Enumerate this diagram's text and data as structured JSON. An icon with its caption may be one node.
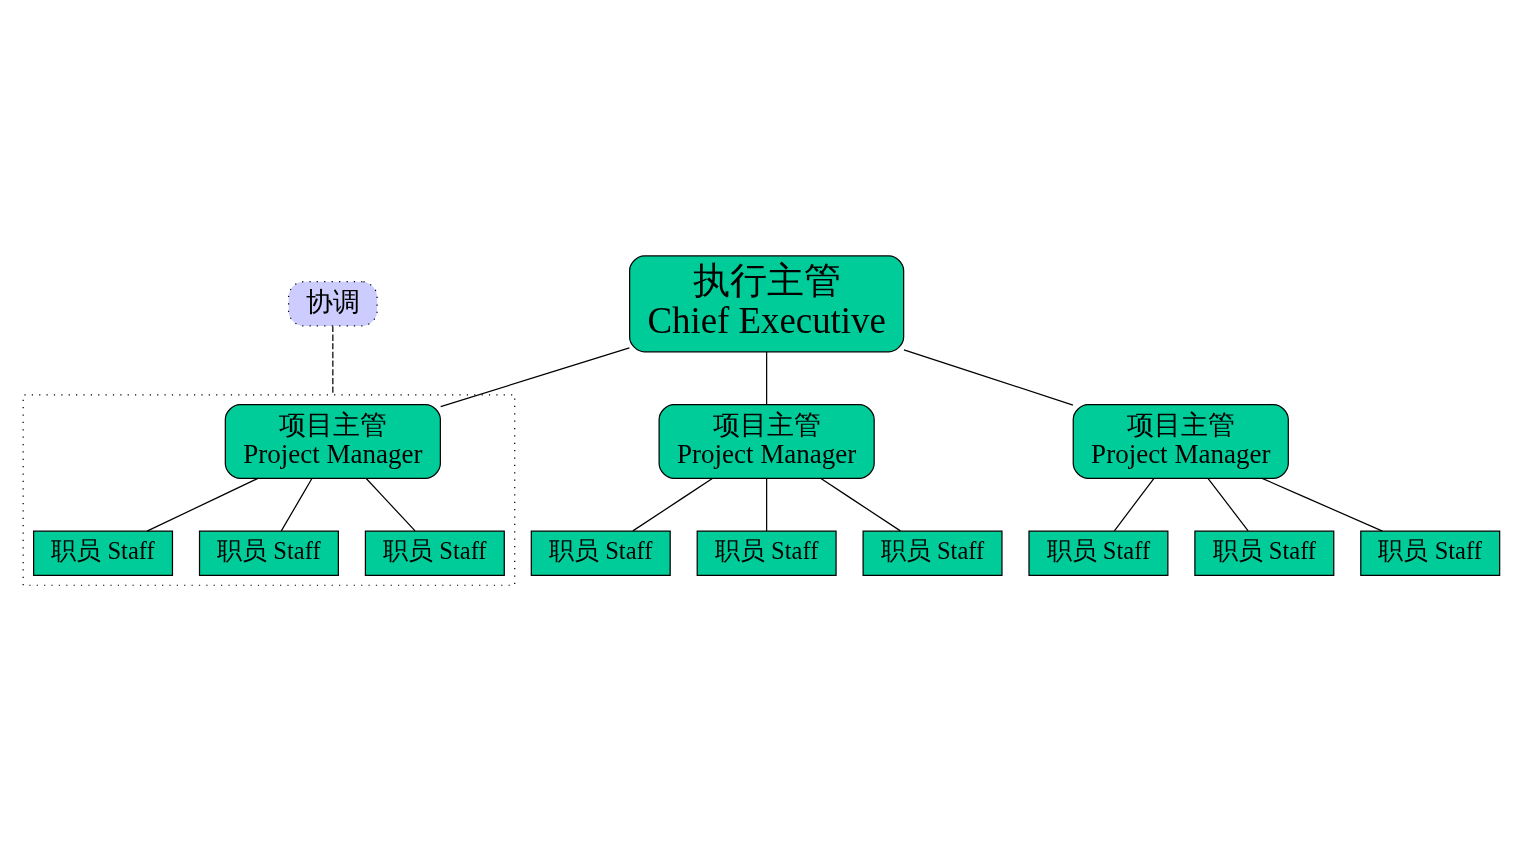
{
  "diagram": {
    "nodes": [
      {
        "text": [
          "协调"
        ]
      },
      {
        "text": [
          "执行主管",
          "Chief Executive"
        ]
      },
      {
        "text": [],
        "shape": "box"
      },
      {
        "text": [
          "项目主管",
          "Project Manager"
        ],
        "in": 2
      },
      {
        "text": [
          "职员 Staff"
        ],
        "in": 2
      },
      {
        "text": [
          "职员 Staff"
        ],
        "in": 2
      },
      {
        "text": [
          "职员 Staff"
        ],
        "in": 2
      },
      {
        "text": [
          "项目主管",
          "Project Manager"
        ]
      },
      {
        "text": [
          "职员 Staff"
        ]
      },
      {
        "text": [
          "职员 Staff"
        ]
      },
      {
        "text": [
          "职员 Staff"
        ]
      },
      {
        "text": [
          "项目主管",
          "Project Manager"
        ]
      },
      {
        "text": [
          "职员 Staff"
        ]
      },
      {
        "text": [
          "职员 Staff"
        ]
      },
      {
        "text": [
          "职员 Staff"
        ]
      }
    ],
    "edges": [
      {
        "from": 0,
        "to": 2,
        "arrow": "none",
        "style": "dashed"
      },
      {
        "from": 1,
        "to": 3,
        "arrow": "none"
      },
      {
        "from": 1,
        "to": 7,
        "arrow": "none"
      },
      {
        "from": 1,
        "to": 11,
        "arrow": "none"
      },
      {
        "from": 3,
        "to": 4,
        "arrow": "none"
      },
      {
        "from": 3,
        "to": 5,
        "arrow": "none"
      },
      {
        "from": 3,
        "to": 6,
        "arrow": "none"
      },
      {
        "from": 7,
        "to": 8,
        "arrow": "none"
      },
      {
        "from": 7,
        "to": 9,
        "arrow": "none"
      },
      {
        "from": 7,
        "to": 10,
        "arrow": "none"
      },
      {
        "from": 11,
        "to": 12,
        "arrow": "none"
      },
      {
        "from": 11,
        "to": 13,
        "arrow": "none"
      },
      {
        "from": 11,
        "to": 14,
        "arrow": "none"
      }
    ]
  }
}
